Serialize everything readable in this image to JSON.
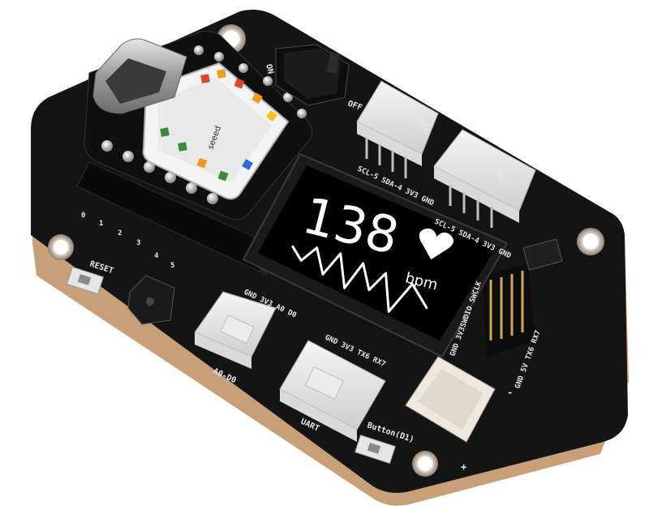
{
  "device": {
    "colors": {
      "pcb": "#141414",
      "pcb_edge": "#c8a078",
      "connector": "#f2f2f2",
      "oled_bg": "#000000",
      "oled_fg": "#ffffff",
      "usb_metal": "#b8b8b8"
    }
  },
  "oled": {
    "value": "138",
    "unit": "bpm",
    "icon": "heart-icon"
  },
  "silkscreen": {
    "on": "ON",
    "off": "OFF",
    "i2c_header_1": "SCL-5 SDA-4 3V3 GND",
    "i2c_header_2": "SCL-5 SDA-4 3V3 GND",
    "iic_1": "IIC",
    "iic_2": "IIC",
    "reset": "RESET",
    "a0d0_pins": "GND 3V3 A0 D0",
    "a0d0_label": "A0-D0",
    "uart_pins": "GND 3V3 TX6 RX7",
    "uart_label": "UART",
    "swd_pins": "GND 3V3SWDIO SWCLK",
    "power_pins": "GND 5V TX6 RX7",
    "button": "Button(D1)",
    "plus": "+",
    "minus": "-",
    "pin_numbers": [
      "0",
      "1",
      "2",
      "3",
      "4",
      "5"
    ],
    "module_brand": "seeed"
  }
}
